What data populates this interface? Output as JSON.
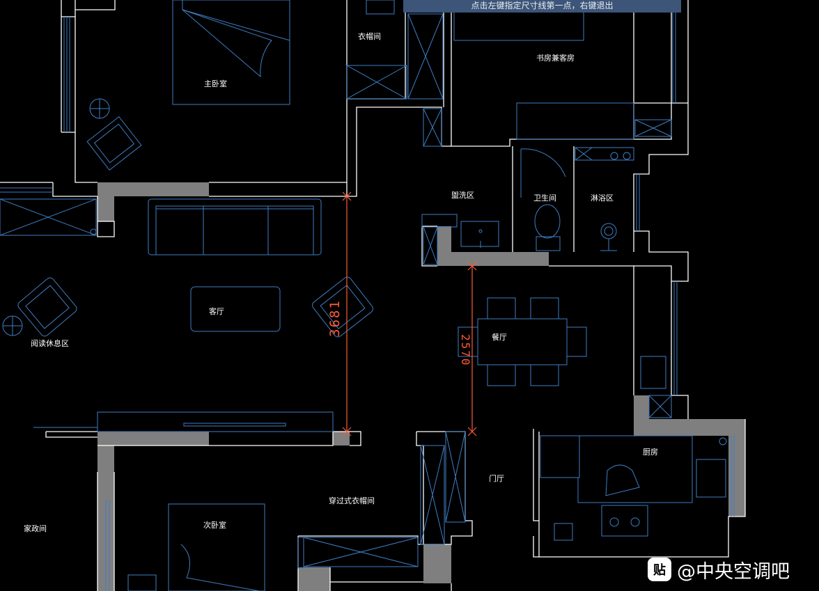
{
  "command_tooltip": "点击左键指定尺寸线第一点，右键退出",
  "rooms": {
    "master_bedroom": "主卧室",
    "cloakroom": "衣帽间",
    "study_guest": "书房兼客房",
    "wash_area": "盥洗区",
    "toilet": "卫生间",
    "shower_area": "淋浴区",
    "living_room": "客厅",
    "reading_lounge": "阅读休息区",
    "dining_room": "餐厅",
    "kitchen": "厨房",
    "entrance": "门厅",
    "walkin_closet": "穿过式衣帽间",
    "second_bedroom": "次卧室",
    "laundry": "家政间"
  },
  "dimensions": {
    "living_width": "3681",
    "dining_width": "2570"
  },
  "watermark": {
    "logo": "贴",
    "text": "@中央空调吧"
  },
  "colors": {
    "background": "#000000",
    "wall": "#ffffff",
    "furniture": "#3f7ec4",
    "dimension": "#ff5a36",
    "tooltip_bg": "#3c5578"
  }
}
